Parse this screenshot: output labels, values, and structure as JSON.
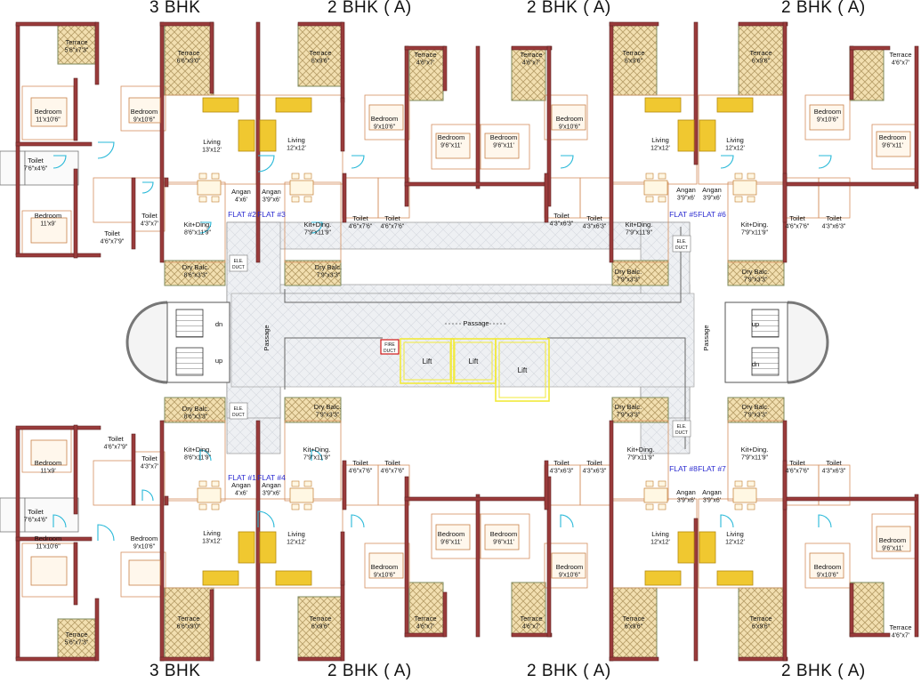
{
  "headers": {
    "top": [
      "3 BHK",
      "2 BHK ( A)",
      "2 BHK ( A)",
      "2 BHK ( A)"
    ],
    "bottom": [
      "3 BHK",
      "2 BHK ( A)",
      "2 BHK ( A)",
      "2 BHK ( A)"
    ]
  },
  "colors": {
    "wall": "#9a3b3b",
    "wall_light": "#c08a8a",
    "room_outline": "#d49060",
    "terrace_fill": "#f2dfb0",
    "terrace_hatch": "#b9a06a",
    "corridor_fill": "#eef0f3",
    "sofa": "#f0c830",
    "lift": "#f2ea3a",
    "door_swing": "#27b8d8",
    "flat_label": "#2b2bd0",
    "fire_duct": "#d01818"
  },
  "rooms": {
    "top": [
      {
        "name": "Terrace",
        "size": "5'6\"x7'3\""
      },
      {
        "name": "Terrace",
        "size": "6'6\"x9'0\""
      },
      {
        "name": "Terrace",
        "size": "6'x9'6\""
      },
      {
        "name": "Terrace",
        "size": "4'6\"x7'"
      },
      {
        "name": "Terrace",
        "size": "4'6\"x7'"
      },
      {
        "name": "Terrace",
        "size": "6'x9'6\""
      },
      {
        "name": "Terrace",
        "size": "6'x9'6\""
      },
      {
        "name": "Terrace",
        "size": "4'6\"x7'"
      },
      {
        "name": "Bedroom",
        "size": "11'x10'6\""
      },
      {
        "name": "Bedroom",
        "size": "9'x10'6\""
      },
      {
        "name": "Bedroom",
        "size": "9'x10'6\""
      },
      {
        "name": "Bedroom",
        "size": "9'6\"x11'"
      },
      {
        "name": "Bedroom",
        "size": "9'6\"x11'"
      },
      {
        "name": "Bedroom",
        "size": "9'x10'6\""
      },
      {
        "name": "Bedroom",
        "size": "9'x10'6\""
      },
      {
        "name": "Bedroom",
        "size": "9'6\"x11'"
      },
      {
        "name": "Bedroom",
        "size": "11'x9'"
      },
      {
        "name": "Living",
        "size": "13'x12'"
      },
      {
        "name": "Living",
        "size": "12'x12'"
      },
      {
        "name": "Living",
        "size": "12'x12'"
      },
      {
        "name": "Living",
        "size": "12'x12'"
      },
      {
        "name": "Toilet",
        "size": "7'6\"x4'6\""
      },
      {
        "name": "Toilet",
        "size": "4'3\"x7'"
      },
      {
        "name": "Toilet",
        "size": "4'6\"x7'9\""
      },
      {
        "name": "Toilet",
        "size": "4'3\"x6'3\""
      },
      {
        "name": "Toilet",
        "size": "4'6\"x7'6\""
      },
      {
        "name": "Toilet",
        "size": "4'6\"x7'6\""
      },
      {
        "name": "Toilet",
        "size": "4'3\"x6'3\""
      },
      {
        "name": "Toilet",
        "size": "4'6\"x7'6\""
      },
      {
        "name": "Toilet",
        "size": "4'3\"x6'3\""
      },
      {
        "name": "Angan",
        "size": "4'x6'"
      },
      {
        "name": "Angan",
        "size": "3'9\"x6'"
      },
      {
        "name": "Angan",
        "size": "3'9\"x6'"
      },
      {
        "name": "Angan",
        "size": "3'9\"x6'"
      },
      {
        "name": "Kit+Ding.",
        "size": "8'6\"x11'9\""
      },
      {
        "name": "Kit+Ding.",
        "size": "7'9\"x11'9\""
      },
      {
        "name": "Kit+Ding.",
        "size": "7'9\"x11'9\""
      },
      {
        "name": "Kit+Ding.",
        "size": "7'9\"x11'9\""
      },
      {
        "name": "Dry Balc.",
        "size": "8'6\"x3'3\""
      },
      {
        "name": "Dry Balc.",
        "size": "7'9\"x3'3\""
      },
      {
        "name": "Dry Balc.",
        "size": "7'9\"x3'3\""
      },
      {
        "name": "Dry Balc.",
        "size": "7'9\"x3'3\""
      }
    ],
    "bottom": [
      {
        "name": "Dry Balc.",
        "size": "8'6\"x3'3\""
      },
      {
        "name": "Dry Balc.",
        "size": "7'9\"x3'3\""
      },
      {
        "name": "Dry Balc.",
        "size": "7'9\"x3'3\""
      },
      {
        "name": "Dry Balc.",
        "size": "7'9\"x3'3\""
      },
      {
        "name": "Kit+Ding.",
        "size": "8'6\"x11'9\""
      },
      {
        "name": "Kit+Ding.",
        "size": "7'9\"x11'9\""
      },
      {
        "name": "Kit+Ding.",
        "size": "7'9\"x11'9\""
      },
      {
        "name": "Kit+Ding.",
        "size": "7'9\"x11'9\""
      },
      {
        "name": "Angan",
        "size": "4'x6'"
      },
      {
        "name": "Angan",
        "size": "3'9\"x6'"
      },
      {
        "name": "Angan",
        "size": "3'9\"x6'"
      },
      {
        "name": "Angan",
        "size": "3'9\"x6'"
      },
      {
        "name": "Living",
        "size": "13'x12'"
      },
      {
        "name": "Living",
        "size": "12'x12'"
      },
      {
        "name": "Living",
        "size": "12'x12'"
      },
      {
        "name": "Living",
        "size": "12'x12'"
      },
      {
        "name": "Toilet",
        "size": "4'6\"x7'9\""
      },
      {
        "name": "Toilet",
        "size": "4'3\"x7'"
      },
      {
        "name": "Toilet",
        "size": "7'6\"x4'6\""
      },
      {
        "name": "Toilet",
        "size": "4'3\"x6'3\""
      },
      {
        "name": "Toilet",
        "size": "4'6\"x7'6\""
      },
      {
        "name": "Toilet",
        "size": "4'6\"x7'6\""
      },
      {
        "name": "Toilet",
        "size": "4'3\"x6'3\""
      },
      {
        "name": "Toilet",
        "size": "4'6\"x7'6\""
      },
      {
        "name": "Toilet",
        "size": "4'3\"x6'3\""
      },
      {
        "name": "Bedroom",
        "size": "11'x9'"
      },
      {
        "name": "Bedroom",
        "size": "11'x10'6\""
      },
      {
        "name": "Bedroom",
        "size": "9'x10'6\""
      },
      {
        "name": "Bedroom",
        "size": "9'x10'6\""
      },
      {
        "name": "Bedroom",
        "size": "9'6\"x11'"
      },
      {
        "name": "Bedroom",
        "size": "9'6\"x11'"
      },
      {
        "name": "Bedroom",
        "size": "9'x10'6\""
      },
      {
        "name": "Bedroom",
        "size": "9'x10'6\""
      },
      {
        "name": "Bedroom",
        "size": "9'6\"x11'"
      },
      {
        "name": "Terrace",
        "size": "5'6\"x7'3\""
      },
      {
        "name": "Terrace",
        "size": "6'6\"x9'0\""
      },
      {
        "name": "Terrace",
        "size": "6'x9'6\""
      },
      {
        "name": "Terrace",
        "size": "4'6\"x7'"
      },
      {
        "name": "Terrace",
        "size": "4'6\"x7'"
      },
      {
        "name": "Terrace",
        "size": "6'x9'6\""
      },
      {
        "name": "Terrace",
        "size": "6'x9'6\""
      },
      {
        "name": "Terrace",
        "size": "4'6\"x7'"
      }
    ]
  },
  "flats": {
    "top": [
      "FLAT #2",
      "FLAT #3",
      "FLAT #5",
      "FLAT #6"
    ],
    "bottom": [
      "FLAT #1",
      "FLAT #4",
      "FLAT #8",
      "FLAT #7"
    ]
  },
  "core": {
    "passage": "Passage",
    "lifts": [
      "Lift",
      "Lift",
      "Lift"
    ],
    "stairs": [
      "dn",
      "up",
      "up",
      "dn"
    ],
    "ele_duct_line1": "ELE.",
    "ele_duct_line2": "DUCT",
    "fire_duct_line1": "FIRE",
    "fire_duct_line2": "DUCT"
  }
}
